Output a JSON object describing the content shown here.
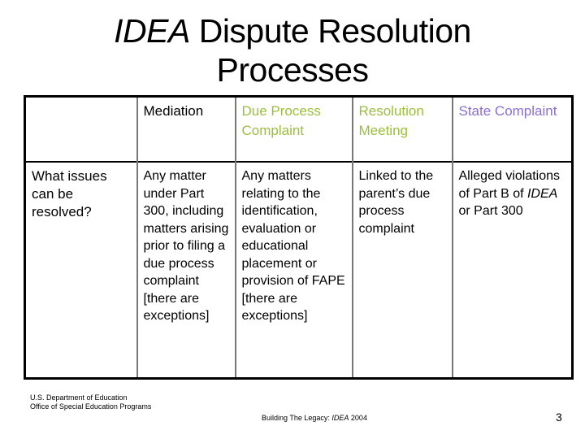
{
  "slide": {
    "title_italic": "IDEA",
    "title_rest": " Dispute Resolution",
    "title_line2": "Processes"
  },
  "table": {
    "headers": [
      {
        "label": "",
        "color": "#000000"
      },
      {
        "label": "Mediation",
        "color": "#000000"
      },
      {
        "label": "Due Process Complaint",
        "color": "#9cbf3b"
      },
      {
        "label": "Resolution Meeting",
        "color": "#9cbf3b"
      },
      {
        "label": "State Complaint",
        "color": "#8a6fd1"
      }
    ],
    "rows": [
      {
        "label": "What issues can be resolved?",
        "cells": [
          "Any matter under Part 300, including matters arising prior to filing a due process complaint [there are exceptions]",
          "Any matters relating to the identification, evaluation or educational placement or provision of FAPE [there are exceptions]",
          "Linked to the parent’s due process complaint",
          {
            "before": "Alleged violations of Part B of ",
            "italic": "IDEA",
            "after": " or Part 300"
          }
        ]
      }
    ]
  },
  "footer": {
    "org_line1": "U.S. Department of Education",
    "org_line2": "Office of Special Education Programs",
    "center_prefix": "Building The Legacy: ",
    "center_italic": "IDEA",
    "center_suffix": " 2004",
    "page_number": "3"
  }
}
